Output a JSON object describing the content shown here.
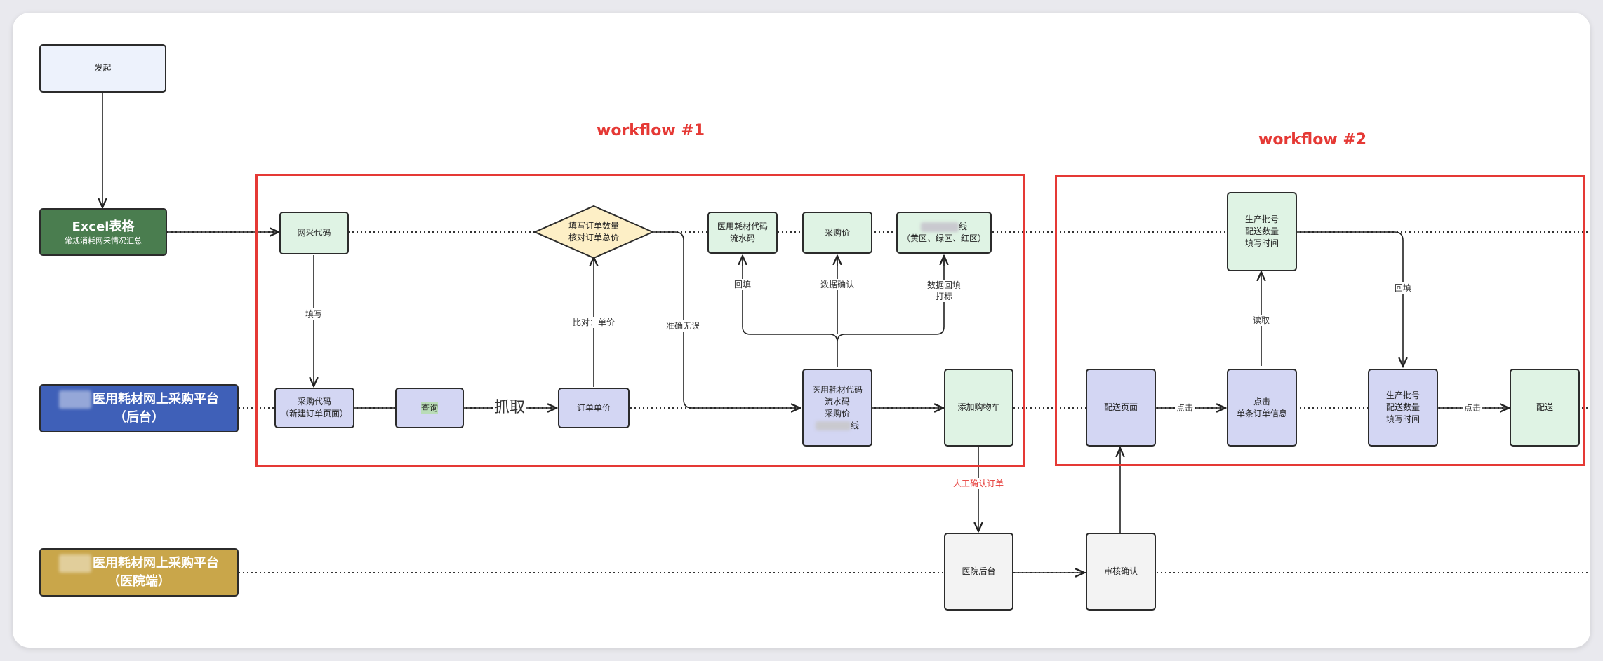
{
  "start": {
    "label": "发起"
  },
  "lanes": {
    "excel": {
      "title": "Excel表格",
      "subtitle": "常规消耗网采情况汇总"
    },
    "backend": {
      "title_line1": "医用耗材网上采购平台",
      "title_line2": "（后台）"
    },
    "hospital": {
      "title_line1": "医用耗材网上采购平台",
      "title_line2": "（医院端）"
    }
  },
  "workflows": {
    "wf1": "workflow #1",
    "wf2": "workflow #2"
  },
  "nodes": {
    "wangcai": "网采代码",
    "decision_line1": "填写订单数量",
    "decision_line2": "核对订单总价",
    "med_code_line1": "医用耗材代码",
    "med_code_line2": "流水码",
    "purchase_price": "采购价",
    "zone_line1": "线",
    "zone_line2": "（黄区、绿区、红区）",
    "purchase_code_line1": "采购代码",
    "purchase_code_line2": "（新建订单页面）",
    "query": "查询",
    "order_price": "订单单价",
    "combo_line1": "医用耗材代码",
    "combo_line2": "流水码",
    "combo_line3": "采购价",
    "combo_line4": "线",
    "add_cart": "添加购物车",
    "delivery_page": "配送页面",
    "click_order_line1": "点击",
    "click_order_line2": "单条订单信息",
    "batch_top_line1": "生产批号",
    "batch_top_line2": "配送数量",
    "batch_top_line3": "填写时间",
    "batch_bot_line1": "生产批号",
    "batch_bot_line2": "配送数量",
    "batch_bot_line3": "填写时间",
    "deliver": "配送",
    "hospital_backend": "医院后台",
    "review": "审核确认"
  },
  "edge_labels": {
    "fill": "填写",
    "grab": "抓取",
    "compare": "比对：单价",
    "accurate": "准确无误",
    "backfill1": "回填",
    "data_confirm": "数据确认",
    "data_backfill_line1": "数据回填",
    "data_backfill_line2": "打标",
    "manual_confirm": "人工确认订单",
    "read": "读取",
    "backfill2": "回填",
    "click1": "点击",
    "click2": "点击"
  }
}
